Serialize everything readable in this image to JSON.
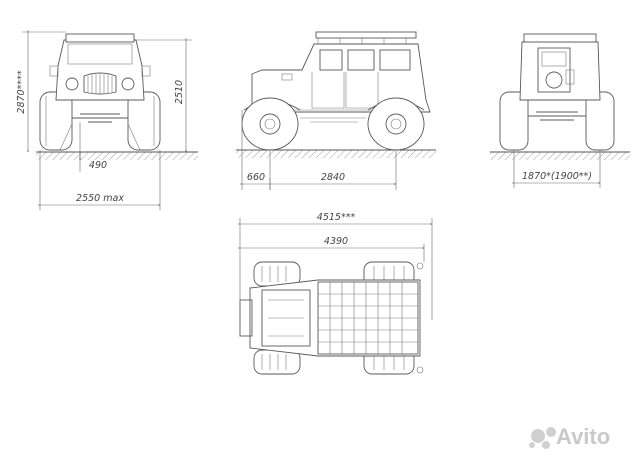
{
  "dimensions": {
    "front_height_total": "2870****",
    "front_height": "2510",
    "front_ground_clearance": "490",
    "front_width": "2550 max",
    "side_overhang": "660",
    "side_wheelbase": "2840",
    "rear_track": "1870*(1900**)",
    "top_length_total": "4515***",
    "top_length": "4390"
  },
  "watermark": {
    "brand": "Avito"
  }
}
